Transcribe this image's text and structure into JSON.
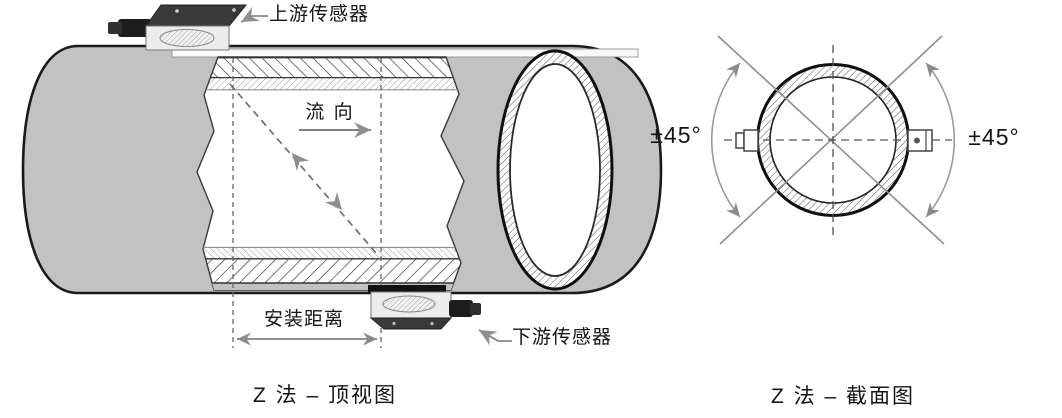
{
  "page": {
    "background": "#ffffff"
  },
  "colors": {
    "pipe_gray": "#c2c2c2",
    "outline": "#1a1a1a",
    "arrow_gray": "#8a8a8a",
    "hatch_dark": "#2e2e2e",
    "hatch_light": "#9b9b9b",
    "sensor_dark_face": "#3a3a3a",
    "sensor_light_face": "#ececec"
  },
  "top_view": {
    "caption": "Z 法 – 顶视图",
    "labels": {
      "upstream_sensor": "上游传感器",
      "downstream_sensor": "下游传感器",
      "flow_direction": "流 向",
      "install_distance": "安装距离"
    }
  },
  "cross_section": {
    "caption": "Z 法 – 截面图",
    "labels": {
      "angle_left": "±45°",
      "angle_right": "±45°"
    }
  }
}
